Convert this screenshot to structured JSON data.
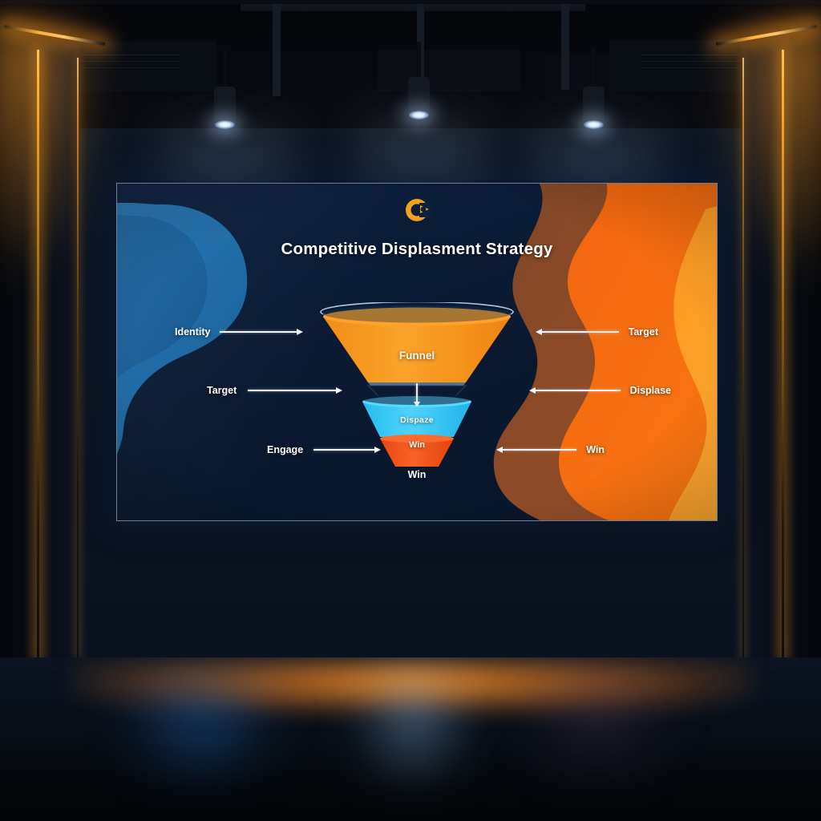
{
  "scene": {
    "name": "dark-presentation-room",
    "ceiling_spotlights": 3,
    "accent_color": "#f9a01b",
    "wall_color": "#0c1522",
    "floor_glow_color": "#ff8c1e"
  },
  "slide": {
    "logo_icon": "c-logo-icon",
    "title": "Competitive Displasment Strategy",
    "background_blue": "#1a6ca8",
    "background_orange": "#f97316",
    "funnel": {
      "stages": [
        {
          "label": "Funnel",
          "color": "#f7941d"
        },
        {
          "label": "Dispaze",
          "color": "#2ec4f2"
        },
        {
          "label": "Win",
          "color": "#f04e1c"
        }
      ],
      "bottom_label": "Win"
    },
    "callouts_left": [
      {
        "label": "Identity",
        "direction": "right"
      },
      {
        "label": "Target",
        "direction": "right"
      },
      {
        "label": "Engage",
        "direction": "right"
      }
    ],
    "callouts_right": [
      {
        "label": "Target",
        "direction": "left"
      },
      {
        "label": "Displase",
        "direction": "left"
      },
      {
        "label": "Win",
        "direction": "left"
      }
    ]
  }
}
